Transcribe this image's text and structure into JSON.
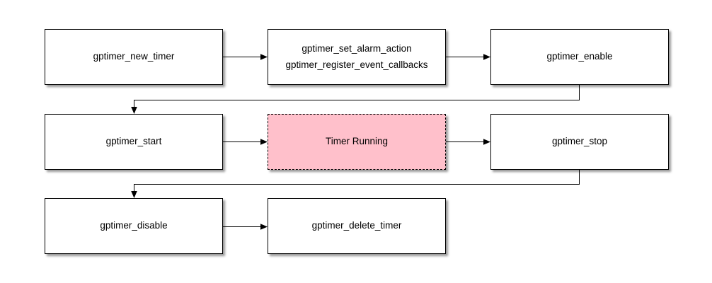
{
  "diagram": {
    "type": "flowchart",
    "nodes": [
      {
        "id": "gptimer_new_timer",
        "label": "gptimer_new_timer",
        "kind": "api-box"
      },
      {
        "id": "gptimer_config",
        "lines": [
          "gptimer_set_alarm_action",
          "gptimer_register_event_callbacks"
        ],
        "kind": "api-box"
      },
      {
        "id": "gptimer_enable",
        "label": "gptimer_enable",
        "kind": "api-box"
      },
      {
        "id": "gptimer_start",
        "label": "gptimer_start",
        "kind": "api-box"
      },
      {
        "id": "timer_running",
        "label": "Timer Running",
        "kind": "state-box"
      },
      {
        "id": "gptimer_stop",
        "label": "gptimer_stop",
        "kind": "api-box"
      },
      {
        "id": "gptimer_disable",
        "label": "gptimer_disable",
        "kind": "api-box"
      },
      {
        "id": "gptimer_delete_timer",
        "label": "gptimer_delete_timer",
        "kind": "api-box"
      }
    ],
    "edges": [
      {
        "from": "gptimer_new_timer",
        "to": "gptimer_config"
      },
      {
        "from": "gptimer_config",
        "to": "gptimer_enable"
      },
      {
        "from": "gptimer_enable",
        "to": "gptimer_start"
      },
      {
        "from": "gptimer_start",
        "to": "timer_running"
      },
      {
        "from": "timer_running",
        "to": "gptimer_stop"
      },
      {
        "from": "gptimer_stop",
        "to": "gptimer_disable"
      },
      {
        "from": "gptimer_disable",
        "to": "gptimer_delete_timer"
      }
    ],
    "colors": {
      "state_fill": "#ffc0cb",
      "node_fill": "#ffffff",
      "node_border": "#000000",
      "connector": "#000000",
      "background": "#ffffff"
    }
  }
}
